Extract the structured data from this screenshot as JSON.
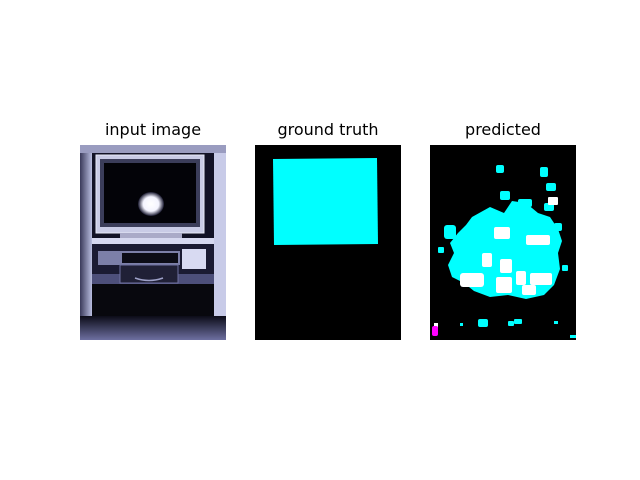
{
  "figure": {
    "panels": [
      {
        "title": "input image",
        "content": "photo of a television set inside a cabinet"
      },
      {
        "title": "ground truth",
        "content": "segmentation mask with a single square region",
        "mask_color": "#00ffff"
      },
      {
        "title": "predicted",
        "content": "noisy predicted segmentation mask",
        "mask_colors": [
          "#00ffff",
          "#ffffff",
          "#ff00ff"
        ]
      }
    ],
    "colors": {
      "background": "#000000",
      "class_primary": "#00ffff",
      "class_secondary": "#ffffff",
      "class_tertiary": "#ff00ff"
    }
  }
}
